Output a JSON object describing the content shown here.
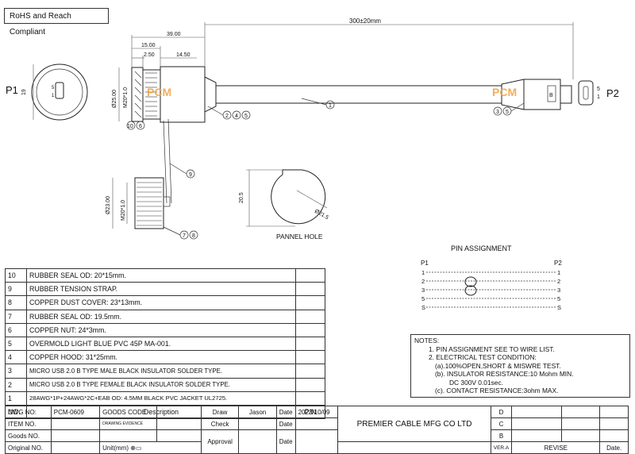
{
  "compliance": "RoHS and Reach Compliant",
  "connectors": {
    "p1": "P1",
    "p2": "P2",
    "p1_dim": "19",
    "p2_pin5": "5",
    "p2_pin1": "1",
    "p1_pin5": "5",
    "p1_pin1": "1"
  },
  "dimensions": {
    "total_length": "300±20mm",
    "d39": "39.00",
    "d15": "15.00",
    "d250": "2.50",
    "d1450": "14.50",
    "d25": "Ø25.00",
    "m20_top": "M20*1.0",
    "d23": "Ø23.00",
    "m20_bottom": "M20*1.0",
    "panel_h": "20.5",
    "panel_d": "Ø21.5"
  },
  "balloons": [
    "1",
    "2",
    "3",
    "4",
    "5",
    "6",
    "7",
    "8",
    "9",
    "10"
  ],
  "panel_hole_label": "PANNEL HOLE",
  "watermark": "PCM",
  "pin_assignment": {
    "title": "PIN  ASSIGNMENT",
    "left_header": "P1",
    "right_header": "P2",
    "rows": [
      {
        "l": "1",
        "r": "1"
      },
      {
        "l": "2",
        "r": "2"
      },
      {
        "l": "3",
        "r": "3"
      },
      {
        "l": "5",
        "r": "5"
      },
      {
        "l": "S",
        "r": "S"
      }
    ]
  },
  "bom": {
    "rows": [
      {
        "no": "10",
        "desc": "RUBBER SEAL OD: 20*15mm."
      },
      {
        "no": "9",
        "desc": "RUBBER TENSION STRAP."
      },
      {
        "no": "8",
        "desc": "COPPER DUST COVER: 23*13mm."
      },
      {
        "no": "7",
        "desc": "RUBBER SEAL OD: 19.5mm."
      },
      {
        "no": "6",
        "desc": "COPPER NUT: 24*3mm."
      },
      {
        "no": "5",
        "desc": "OVERMOLD LIGHT BLUE PVC 45P MA-001."
      },
      {
        "no": "4",
        "desc": "COPPER HOOD: 31*25mm."
      },
      {
        "no": "3",
        "desc": "MICRO USB 2.0 B TYPE MALE BLACK INSULATOR SOLDER TYPE."
      },
      {
        "no": "2",
        "desc": "MICRO USB 2.0 B TYPE FEMALE BLACK INSULATOR SOLDER TYPE."
      },
      {
        "no": "1",
        "desc": "28AWG*1P+24AWG*2C+EAB OD: 4.5MM  BLACK PVC JACKET UL2725."
      }
    ],
    "header": {
      "no": "NO.",
      "desc": "Description",
      "pn": "P/N"
    }
  },
  "notes": {
    "title": "NOTES:",
    "lines": [
      "1. PIN ASSIGNMENT SEE TO WIRE LIST.",
      "2. ELECTRICAL TEST CONDITION:",
      "(a).100%OPEN,SHORT & MISWRE TEST.",
      "(b). INSULATOR RESISTANCE:10 Mohm MIN.",
      "DC 300V 0.01sec.",
      "(c). CONTACT RESISTANCE:3ohm MAX."
    ]
  },
  "title_block": {
    "dwg_no_label": "DWG NO:",
    "dwg_no": "PCM-0609",
    "goods_code": "GOODS CODE",
    "item_no_label": "ITEM NO.",
    "drawing_evidence": "DRAWING EVIDENCE",
    "goods_no_label": "Goods NO.",
    "original_no_label": "Original NO.",
    "unit_label": "Unit(mm)",
    "draw_label": "Draw",
    "draw_name": "Jason",
    "check_label": "Check",
    "approval_label": "Approval",
    "date_label": "Date",
    "date_value": "2023/10/09",
    "company": "PREMIER CABLE MFG CO LTD",
    "rev_letters": [
      "D",
      "C",
      "B"
    ],
    "rev_label": "VER.A",
    "revise_label": "REVISE",
    "rev_date_label": "Date."
  }
}
